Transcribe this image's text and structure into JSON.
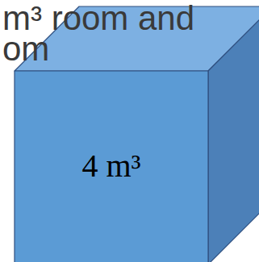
{
  "diagram": {
    "nodes": [
      {
        "text": [
          "4 m³"
        ]
      }
    ],
    "labels": [
      "m³ room and",
      "om"
    ]
  }
}
